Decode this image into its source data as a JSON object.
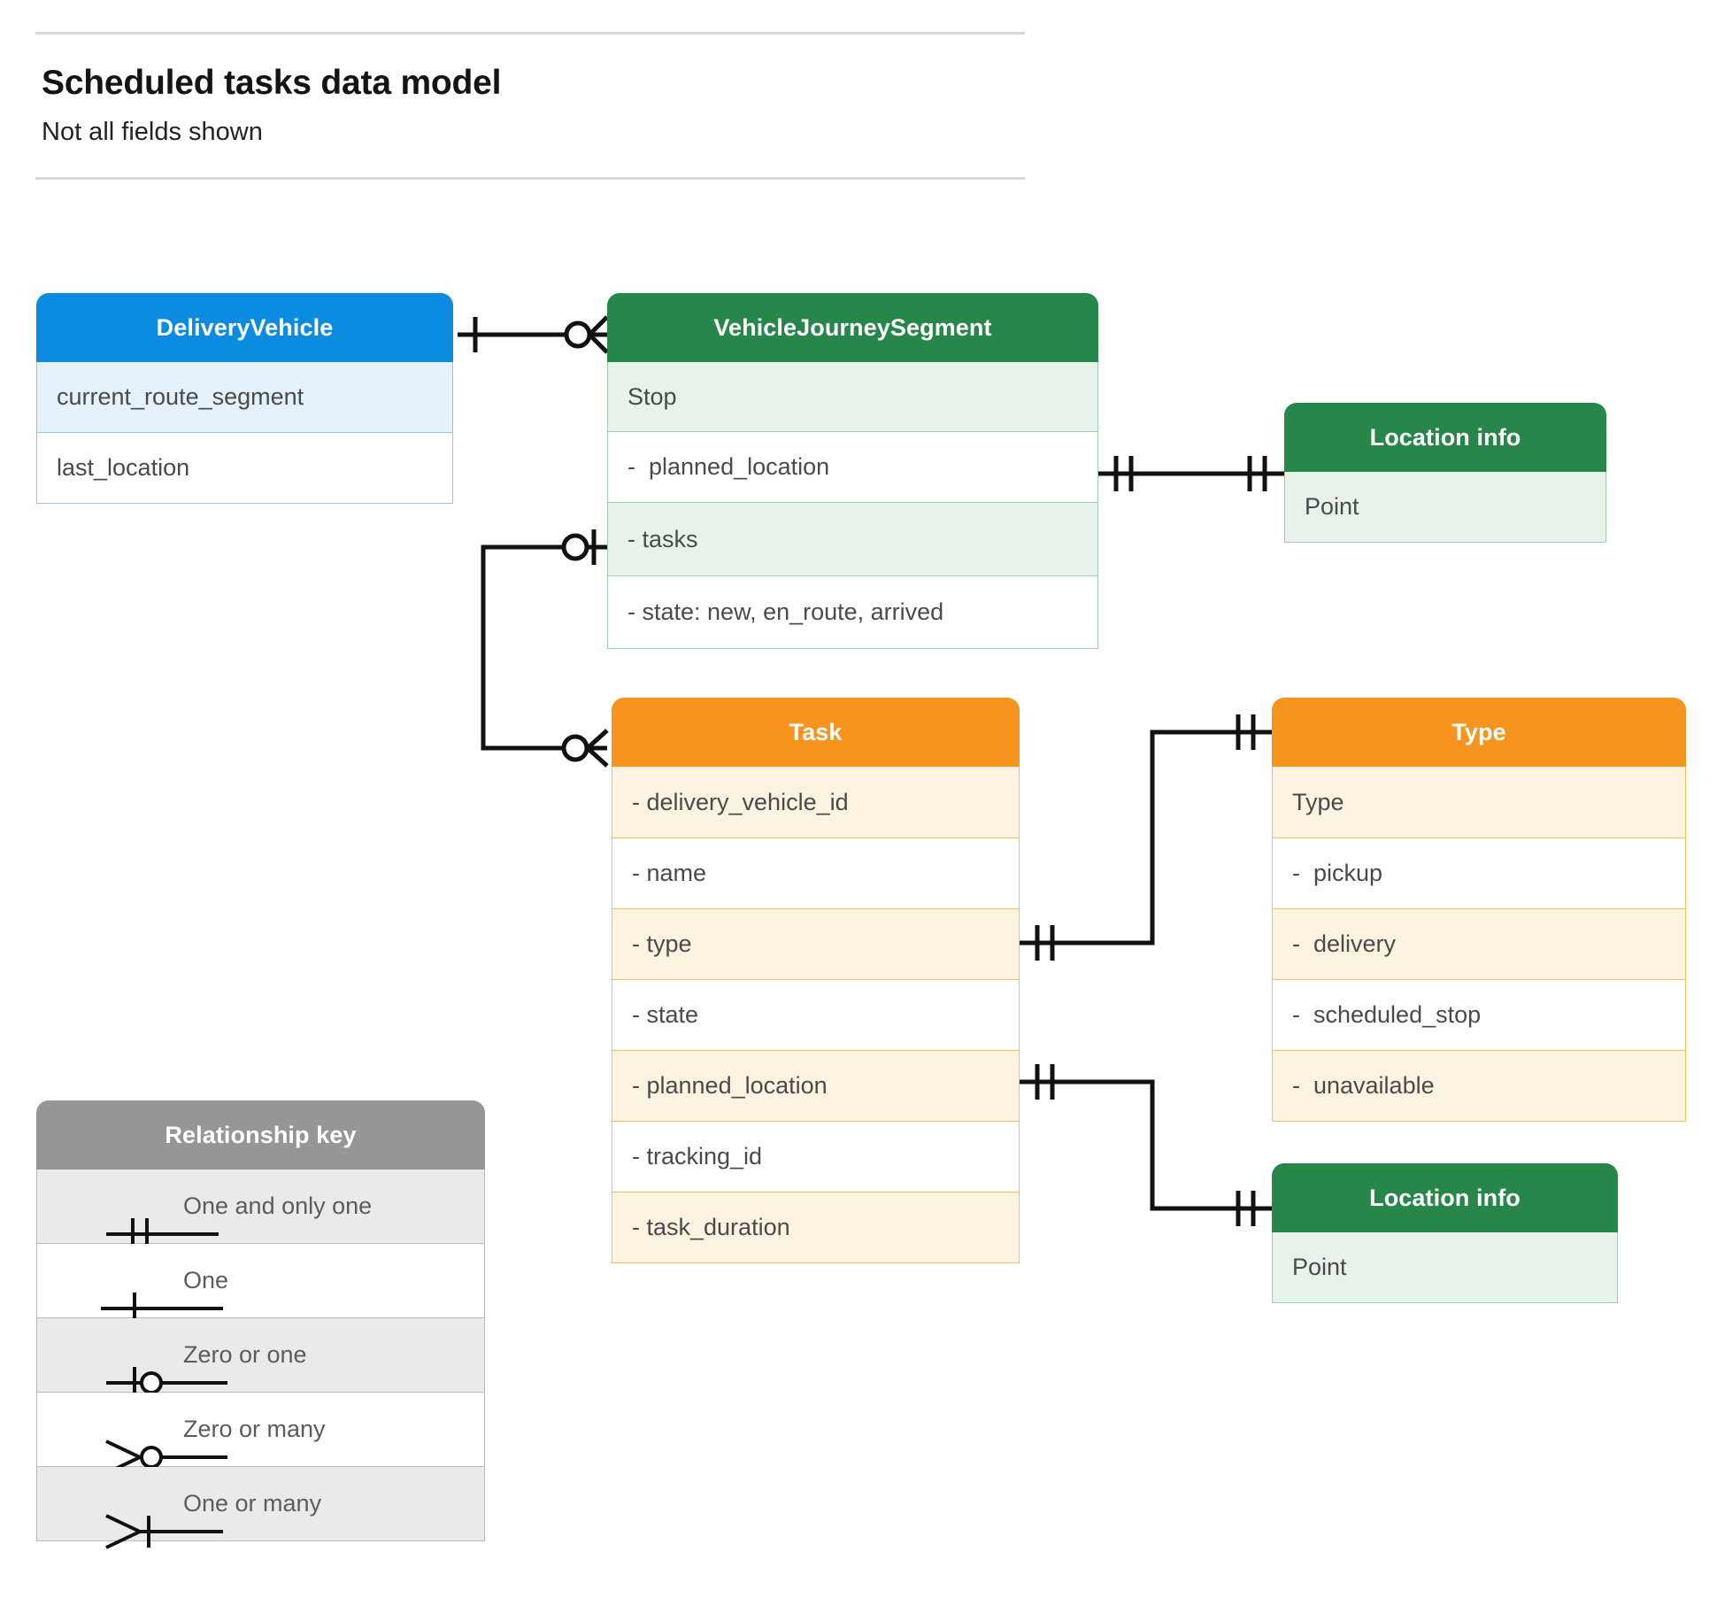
{
  "header": {
    "title": "Scheduled tasks data model",
    "subtitle": "Not all fields shown"
  },
  "entities": {
    "delivery_vehicle": {
      "name": "DeliveryVehicle",
      "color": "#0c8ce0",
      "rows": [
        "current_route_segment",
        "last_location"
      ]
    },
    "vehicle_journey_segment": {
      "name": "VehicleJourneySegment",
      "color": "#27874a",
      "rows": [
        "Stop",
        "-  planned_location",
        "- tasks",
        "- state: new, en_route, arrived"
      ]
    },
    "location_info_top": {
      "name": "Location info",
      "color": "#27874a",
      "rows": [
        "Point"
      ]
    },
    "task": {
      "name": "Task",
      "color": "#f6941e",
      "rows": [
        "- delivery_vehicle_id",
        "- name",
        "- type",
        "- state",
        "- planned_location",
        "- tracking_id",
        "- task_duration"
      ]
    },
    "type": {
      "name": "Type",
      "color": "#f6941e",
      "rows": [
        "Type",
        "-  pickup",
        "-  delivery",
        "-  scheduled_stop",
        "-  unavailable"
      ]
    },
    "location_info_bottom": {
      "name": "Location info",
      "color": "#27874a",
      "rows": [
        "Point"
      ]
    }
  },
  "legend": {
    "title": "Relationship key",
    "color": "#969696",
    "items": [
      {
        "symbol": "one-and-only-one",
        "label": "One and only one"
      },
      {
        "symbol": "one",
        "label": "One"
      },
      {
        "symbol": "zero-or-one",
        "label": "Zero or one"
      },
      {
        "symbol": "zero-or-many",
        "label": "Zero or many"
      },
      {
        "symbol": "one-or-many",
        "label": "One or many"
      }
    ]
  },
  "relationships": [
    {
      "from": "DeliveryVehicle",
      "to": "VehicleJourneySegment",
      "from_cardinality": "one",
      "to_cardinality": "zero-or-many"
    },
    {
      "from": "VehicleJourneySegment.planned_location",
      "to": "Location info",
      "from_cardinality": "one-and-only-one",
      "to_cardinality": "one-and-only-one"
    },
    {
      "from": "VehicleJourneySegment.tasks",
      "to": "Task",
      "from_cardinality": "zero-or-one",
      "to_cardinality": "zero-or-many"
    },
    {
      "from": "Task.type",
      "to": "Type",
      "from_cardinality": "one-and-only-one",
      "to_cardinality": "one-and-only-one"
    },
    {
      "from": "Task.planned_location",
      "to": "Location info",
      "from_cardinality": "one-and-only-one",
      "to_cardinality": "one-and-only-one"
    }
  ]
}
